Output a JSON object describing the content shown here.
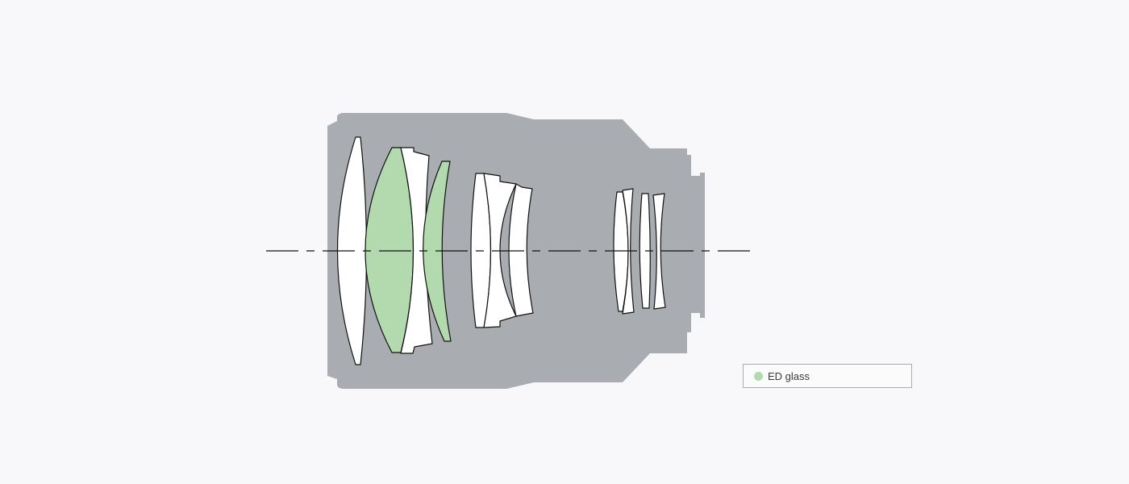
{
  "colors": {
    "background": "#f8f8fa",
    "barrel": "#a9adb1",
    "lens_standard": "#ffffff",
    "lens_ed": "#b3d9ae",
    "outline": "#111111"
  },
  "diagram": {
    "elements": [
      {
        "id": 1,
        "glass": "standard"
      },
      {
        "id": 2,
        "glass": "ed"
      },
      {
        "id": 3,
        "glass": "standard"
      },
      {
        "id": 4,
        "glass": "ed"
      },
      {
        "id": 5,
        "glass": "standard"
      },
      {
        "id": 6,
        "glass": "standard"
      },
      {
        "id": 7,
        "glass": "standard"
      },
      {
        "id": 8,
        "glass": "standard"
      },
      {
        "id": 9,
        "glass": "standard"
      },
      {
        "id": 10,
        "glass": "standard"
      },
      {
        "id": 11,
        "glass": "standard"
      }
    ]
  },
  "legend": {
    "items": [
      {
        "label": "ED glass",
        "color": "#b3d9ae",
        "icon": "circle-swatch-icon"
      }
    ]
  }
}
